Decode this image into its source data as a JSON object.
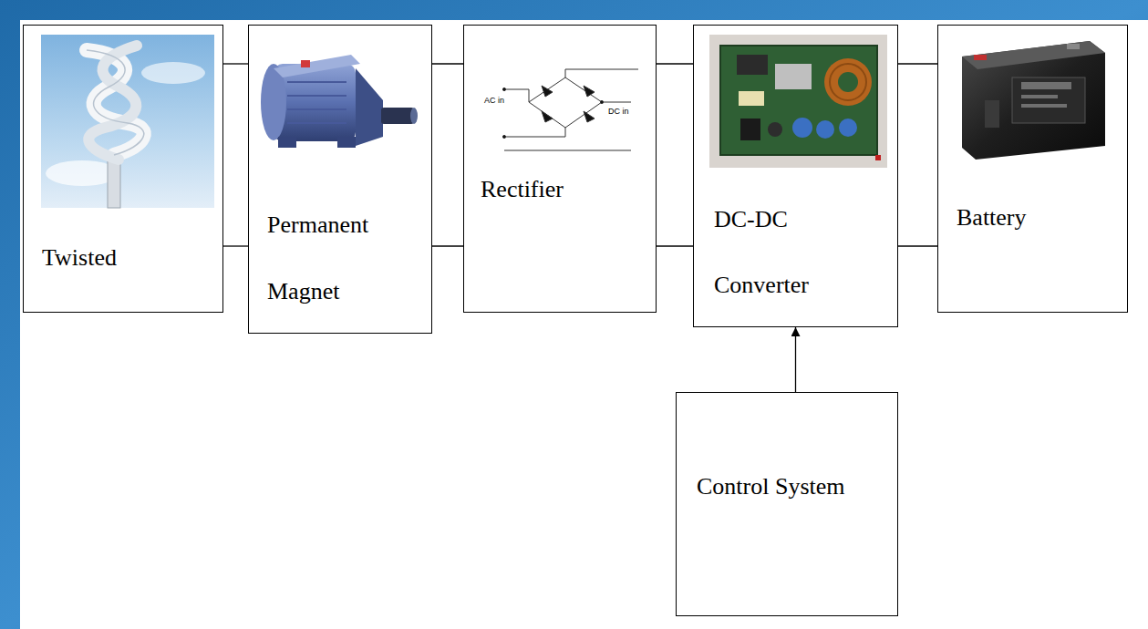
{
  "diagram": {
    "nodes": [
      {
        "text": [
          "Twisted"
        ]
      },
      {
        "text": [
          "Permanent Magnet"
        ]
      },
      {
        "text": [
          "Rectifier"
        ]
      },
      {
        "text": [
          "DC-DC Converter"
        ]
      },
      {
        "text": [
          "Battery"
        ]
      },
      {
        "text": [
          "Control System"
        ]
      }
    ],
    "edges": [
      {
        "from": 0,
        "to": 1,
        "arrow": "none"
      },
      {
        "from": 0,
        "to": 1,
        "arrow": "none"
      },
      {
        "from": 1,
        "to": 2,
        "arrow": "none"
      },
      {
        "from": 1,
        "to": 2,
        "arrow": "none"
      },
      {
        "from": 2,
        "to": 3,
        "arrow": "none"
      },
      {
        "from": 2,
        "to": 3,
        "arrow": "none"
      },
      {
        "from": 3,
        "to": 4,
        "arrow": "none"
      },
      {
        "from": 3,
        "to": 4,
        "arrow": "none"
      },
      {
        "from": 5,
        "to": 3,
        "arrow": "to"
      }
    ],
    "labels": [
      "AC in",
      "DC in"
    ]
  }
}
